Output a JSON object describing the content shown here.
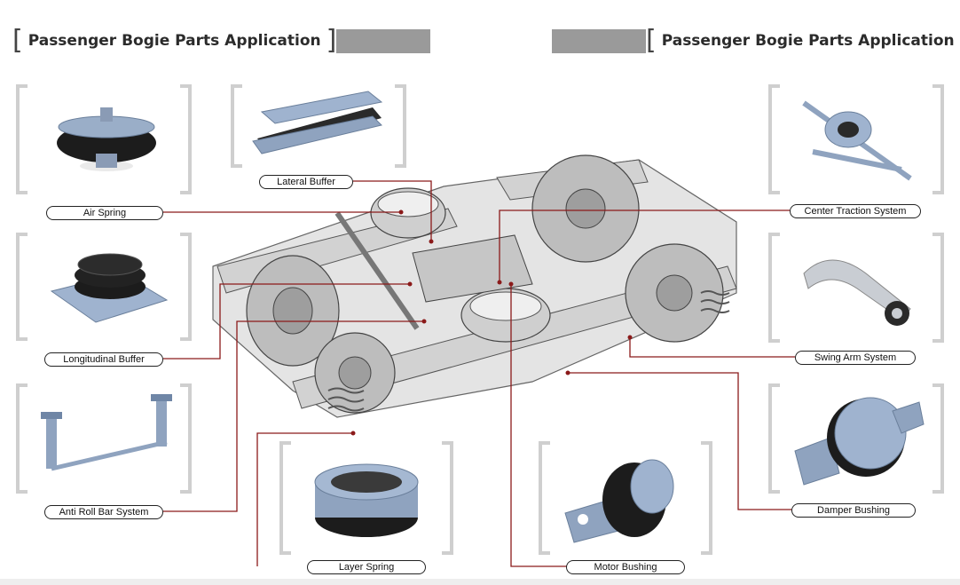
{
  "heading_left": {
    "title": "Passenger Bogie Parts Application"
  },
  "heading_right": {
    "title": "Passenger Bogie Parts Application"
  },
  "labels": {
    "lateral_buffer": "Lateral Buffer",
    "air_spring": "Air Spring",
    "longitudinal_buffer": "Longitudinal Buffer",
    "anti_roll_bar_system": "Anti Roll Bar System",
    "layer_spring": "Layer Spring",
    "motor_bushing": "Motor Bushing",
    "center_traction_system": "Center Traction System",
    "swing_arm_system": "Swing Arm System",
    "damper_bushing": "Damper Bushing"
  },
  "colors": {
    "leader_line": "#8b1a1a",
    "bracket": "#cfcfcf",
    "heading_bar": "#9a9a9a",
    "part_metal": "#8fa6c4"
  }
}
